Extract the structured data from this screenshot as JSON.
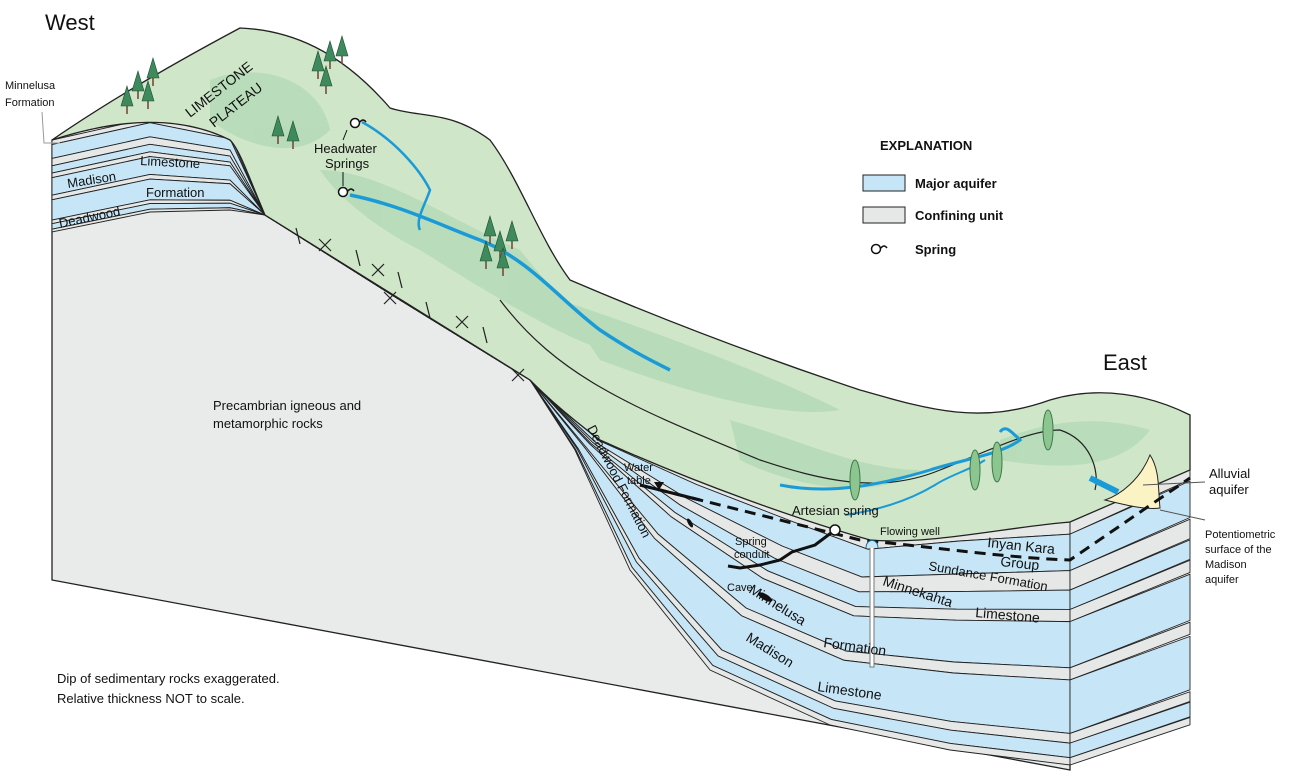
{
  "directions": {
    "west": "West",
    "east": "East"
  },
  "colors": {
    "aquifer": "#c6e6f7",
    "confining": "#e6e7e7",
    "precambrian": "#e9ebeb",
    "terrain": "#cfe6c8",
    "terrain_dark": "#b3d9b6",
    "river": "#1a9bd7",
    "alluvium": "#fbf3c4"
  },
  "explanation": {
    "title": "EXPLANATION",
    "items": [
      {
        "label": "Major aquifer",
        "symbol": "aquifer-swatch"
      },
      {
        "label": "Confining unit",
        "symbol": "confining-swatch"
      },
      {
        "label": "Spring",
        "symbol": "spring-icon"
      }
    ]
  },
  "labels": {
    "minnelusa_west": [
      "Minnelusa",
      "Formation"
    ],
    "madison_west": "Madison",
    "limestone_west": "Limestone",
    "deadwood_west": "Deadwood",
    "formation_west": "Formation",
    "plateau": [
      "LIMESTONE",
      "PLATEAU"
    ],
    "headwater": [
      "Headwater",
      "Springs"
    ],
    "precambrian": [
      "Precambrian igneous and",
      "metamorphic rocks"
    ],
    "deadwood_slope": "Deadwood Formation",
    "water_table": [
      "Water",
      "table"
    ],
    "spring_conduit": [
      "Spring",
      "conduit"
    ],
    "cave": "Cave",
    "artesian": "Artesian spring",
    "flowing_well": "Flowing well",
    "inyan_kara": [
      "Inyan Kara",
      "Group"
    ],
    "sundance": "Sundance Formation",
    "minnekahta": "Minnekahta",
    "minnekahta_ls": "Limestone",
    "minnelusa": "Minnelusa",
    "minnelusa_fm": "Formation",
    "madison": "Madison",
    "madison_ls": "Limestone",
    "alluvial": [
      "Alluvial",
      "aquifer"
    ],
    "potentiometric": [
      "Potentiometric",
      "surface of the",
      "Madison",
      "aquifer"
    ],
    "note": [
      "Dip of sedimentary rocks exaggerated.",
      "Relative thickness NOT to scale."
    ]
  }
}
